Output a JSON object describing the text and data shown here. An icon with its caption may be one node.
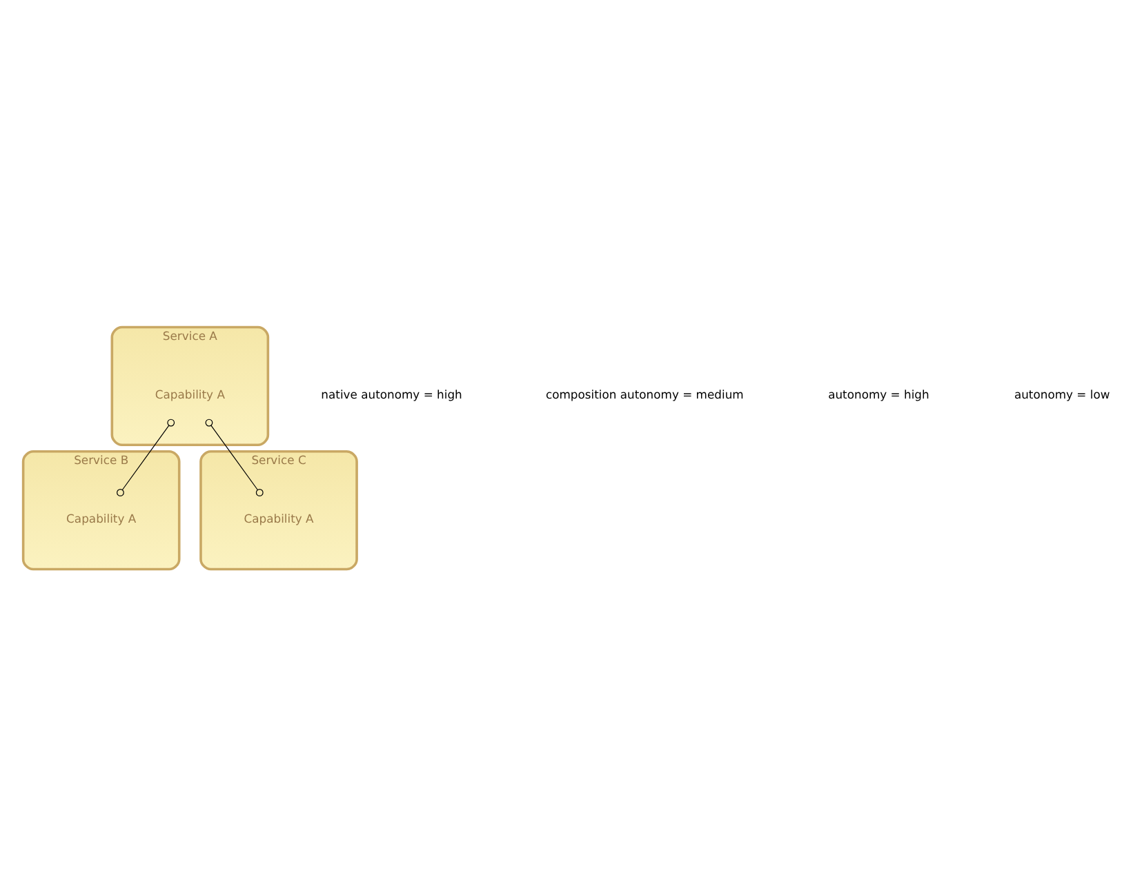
{
  "diagram": {
    "nodes": [
      {
        "text": [
          "Service A"
        ]
      },
      {
        "text": [
          "Capability A"
        ],
        "in": 0
      },
      {
        "text": [
          "Service B"
        ]
      },
      {
        "text": [
          "Capability A"
        ],
        "in": 2
      },
      {
        "text": [
          "Service C"
        ]
      },
      {
        "text": [
          "Capability A"
        ],
        "in": 4
      }
    ],
    "edges": [
      {
        "from": 1,
        "to": 3,
        "arrow": "other"
      },
      {
        "from": 1,
        "to": 5,
        "arrow": "other"
      }
    ],
    "labels": [
      "native autonomy = high",
      "composition autonomy = medium",
      "autonomy = high",
      "autonomy = low"
    ]
  }
}
